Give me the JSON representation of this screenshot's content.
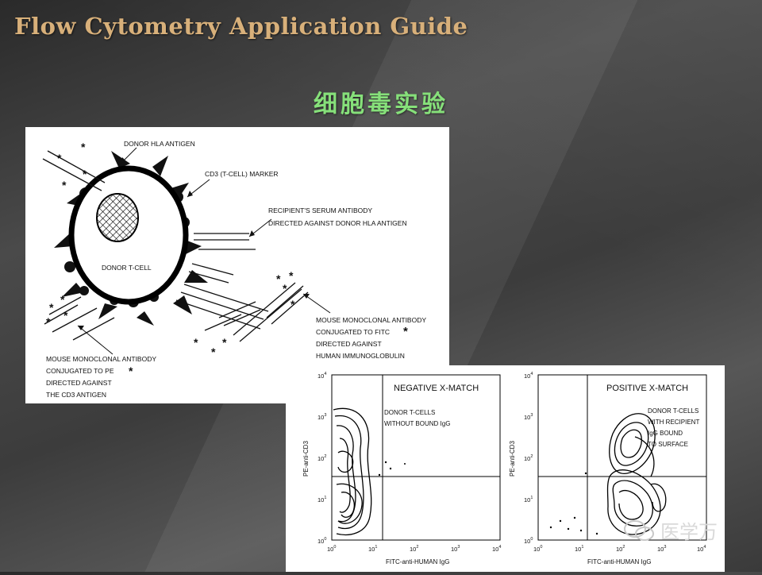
{
  "slide": {
    "title": "Flow Cytometry Application Guide",
    "subtitle": "细胞毒实验"
  },
  "diagram": {
    "labels": {
      "donor_hla": "DONOR HLA ANTIGEN",
      "cd3_marker": "CD3 (T-CELL) MARKER",
      "recipient_line1": "RECIPIENT'S SERUM ANTIBODY",
      "recipient_line2": "DIRECTED AGAINST DONOR HLA ANTIGEN",
      "donor_tcell": "DONOR T-CELL",
      "mouse_fitc_line1": "MOUSE MONOCLONAL ANTIBODY",
      "mouse_fitc_line2": "CONJUGATED TO FITC",
      "mouse_fitc_line3": "DIRECTED AGAINST",
      "mouse_fitc_line4": "HUMAN IMMUNOGLOBULIN",
      "mouse_pe_line1": "MOUSE MONOCLONAL ANTIBODY",
      "mouse_pe_line2": "CONJUGATED TO PE",
      "mouse_pe_line3": "DIRECTED AGAINST",
      "mouse_pe_line4": "THE CD3 ANTIGEN",
      "star": "*"
    }
  },
  "plots": [
    {
      "title": "NEGATIVE X-MATCH",
      "note_line1": "DONOR T-CELLS",
      "note_line2": "WITHOUT BOUND IgG",
      "note_line3": "",
      "xlabel": "FITC-anti-HUMAN IgG",
      "ylabel": "PE-anti-CD3"
    },
    {
      "title": "POSITIVE X-MATCH",
      "note_line1": "DONOR T-CELLS",
      "note_line2": "WITH RECIPIENT",
      "note_line3": "IgG BOUND",
      "note_line4": "TO SURFACE",
      "xlabel": "FITC-anti-HUMAN IgG",
      "ylabel": "PE-anti-CD3"
    }
  ],
  "axis_ticks": {
    "base": "10",
    "exponents": [
      "0",
      "1",
      "2",
      "3",
      "4"
    ]
  },
  "watermark": {
    "text": "医学万",
    "icon": "wechat-icon"
  }
}
